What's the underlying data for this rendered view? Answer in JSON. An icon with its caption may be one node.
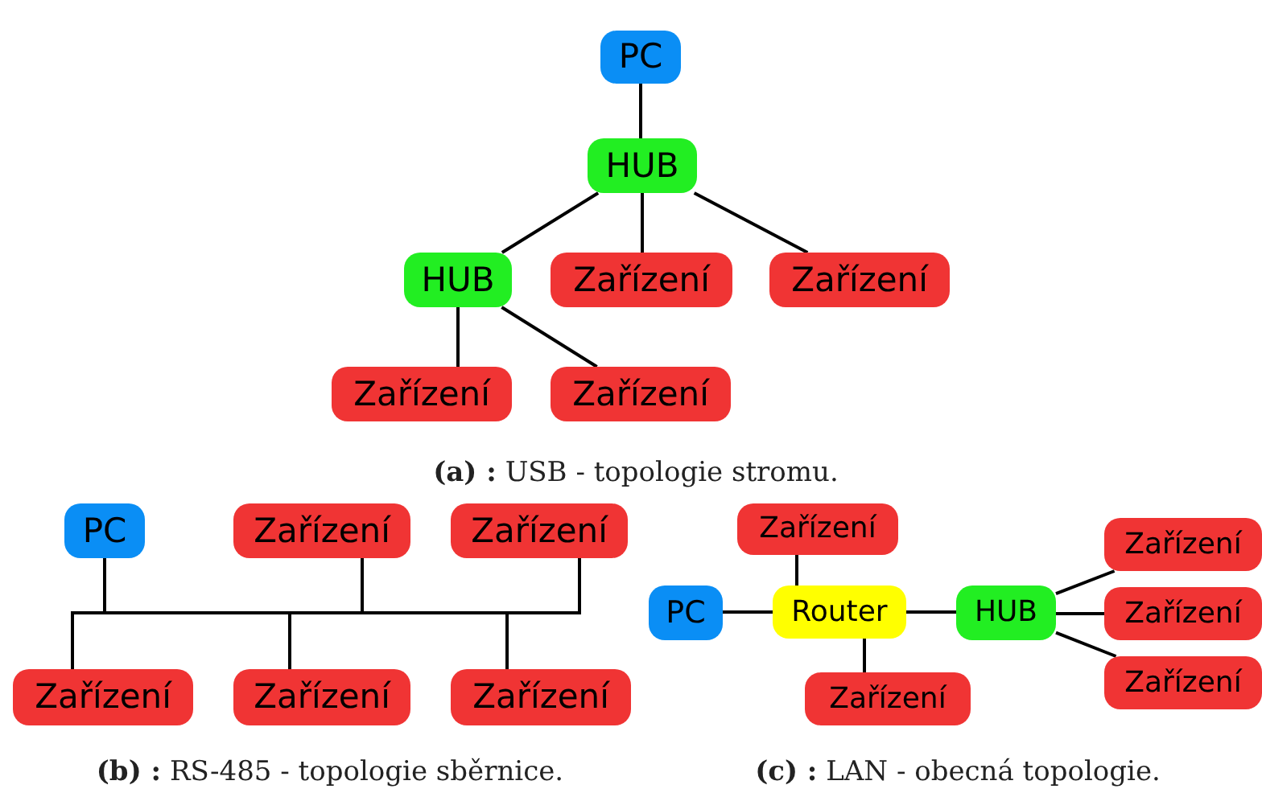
{
  "diagram": {
    "nodes": [
      {
        "text": [
          "PC"
        ]
      },
      {
        "text": [
          "HUB"
        ]
      },
      {
        "text": [
          "HUB"
        ]
      },
      {
        "text": [
          "Zařízení"
        ]
      },
      {
        "text": [
          "Zařízení"
        ]
      },
      {
        "text": [
          "Zařízení"
        ]
      },
      {
        "text": [
          "Zařízení"
        ]
      },
      {
        "text": [
          "PC"
        ]
      },
      {
        "text": [
          "Zařízení"
        ]
      },
      {
        "text": [
          "Zařízení"
        ]
      },
      {
        "text": [],
        "shape": "bar"
      },
      {
        "text": [
          "Zařízení"
        ]
      },
      {
        "text": [
          "Zařízení"
        ]
      },
      {
        "text": [
          "Zařízení"
        ]
      },
      {
        "text": [
          "Zařízení"
        ]
      },
      {
        "text": [
          "PC"
        ]
      },
      {
        "text": [
          "Router"
        ]
      },
      {
        "text": [
          "HUB"
        ]
      },
      {
        "text": [
          "Zařízení"
        ]
      },
      {
        "text": [
          "Zařízení"
        ]
      },
      {
        "text": [
          "Zařízení"
        ]
      },
      {
        "text": [
          "Zařízení"
        ]
      }
    ],
    "edges": [
      {
        "from": 0,
        "to": 1,
        "arrow": "none"
      },
      {
        "from": 1,
        "to": 2,
        "arrow": "none"
      },
      {
        "from": 1,
        "to": 3,
        "arrow": "none"
      },
      {
        "from": 1,
        "to": 4,
        "arrow": "none"
      },
      {
        "from": 2,
        "to": 5,
        "arrow": "none"
      },
      {
        "from": 2,
        "to": 6,
        "arrow": "none"
      },
      {
        "from": 7,
        "to": 10,
        "arrow": "none"
      },
      {
        "from": 8,
        "to": 10,
        "arrow": "none"
      },
      {
        "from": 9,
        "to": 10,
        "arrow": "none"
      },
      {
        "from": 10,
        "to": 11,
        "arrow": "none"
      },
      {
        "from": 10,
        "to": 12,
        "arrow": "none"
      },
      {
        "from": 10,
        "to": 13,
        "arrow": "none"
      },
      {
        "from": 15,
        "to": 16,
        "arrow": "none"
      },
      {
        "from": 16,
        "to": 14,
        "arrow": "none"
      },
      {
        "from": 16,
        "to": 21,
        "arrow": "none"
      },
      {
        "from": 16,
        "to": 17,
        "arrow": "none"
      },
      {
        "from": 17,
        "to": 18,
        "arrow": "none"
      },
      {
        "from": 17,
        "to": 19,
        "arrow": "none"
      },
      {
        "from": 17,
        "to": 20,
        "arrow": "none"
      }
    ],
    "labels": [
      "**(a) :** USB - topologie stromu.",
      "**(b) :** RS-485 - topologie sběrnice.",
      "**(c) :** LAN - obecná topologie."
    ]
  }
}
